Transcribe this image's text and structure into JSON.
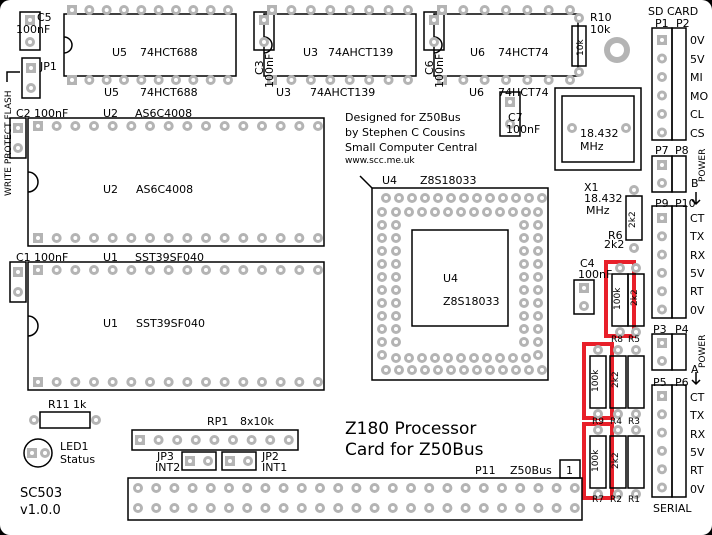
{
  "board": {
    "name": "SC503",
    "version": "v1.0.0",
    "title_line1": "Z180 Processor",
    "title_line2": "Card for Z50Bus",
    "credits": [
      "Designed for Z50Bus",
      "by Stephen C Cousins",
      "Small Computer Central",
      "www.scc.me.uk"
    ]
  },
  "chips": {
    "u5": {
      "ref": "U5",
      "part": "74HCT688"
    },
    "u3": {
      "ref": "U3",
      "part": "74AHCT139"
    },
    "u6": {
      "ref": "U6",
      "part": "74HCT74"
    },
    "u2": {
      "ref": "U2",
      "part": "AS6C4008"
    },
    "u1": {
      "ref": "U1",
      "part": "SST39SF040"
    },
    "u4": {
      "ref": "U4",
      "part": "Z8S18033"
    }
  },
  "caps": {
    "c5": {
      "ref": "C5",
      "value": "100nF"
    },
    "c3": {
      "ref": "C3",
      "value": "100nF"
    },
    "c6": {
      "ref": "C6",
      "value": "100nF"
    },
    "c2": {
      "ref": "C2",
      "value": "100nF"
    },
    "c1": {
      "ref": "C1",
      "value": "100nF"
    },
    "c7": {
      "ref": "C7",
      "value": "100nF"
    },
    "c4": {
      "ref": "C4",
      "value": "100nF"
    }
  },
  "resistors": {
    "r10": {
      "ref": "R10",
      "value": "10k",
      "body": "10k"
    },
    "r6": {
      "ref": "R6",
      "value": "2k2",
      "body": "2k2"
    },
    "r11": {
      "ref": "R11",
      "value": "1k"
    },
    "r8": {
      "ref": "R8"
    },
    "r5": {
      "ref": "R5"
    },
    "r9": {
      "ref": "R9"
    },
    "r4": {
      "ref": "R4"
    },
    "r3": {
      "ref": "R3"
    },
    "r7": {
      "ref": "R7"
    },
    "r2": {
      "ref": "R2"
    },
    "r1": {
      "ref": "R1"
    },
    "body_100k": "100k",
    "body_2k2": "2k2"
  },
  "crystal": {
    "ref": "X1",
    "freq": "18.432",
    "unit": "MHz",
    "label": "18.432\nMHz"
  },
  "jumpers": {
    "jp1": "JP1",
    "jp3": "JP3",
    "jp2": "JP2",
    "int2": "INT2",
    "int1": "INT1",
    "write_protect": "WRITE PROTECT FLASH"
  },
  "rp1": {
    "ref": "RP1",
    "value": "8x10k"
  },
  "led": {
    "ref": "LED1",
    "label": "Status"
  },
  "bus": {
    "ref": "P11",
    "label": "Z50Bus",
    "pin1": "1"
  },
  "sdcard": {
    "title": "SD CARD",
    "p1": "P1",
    "p2": "P2",
    "pins": [
      "0V",
      "5V",
      "MI",
      "MO",
      "CL",
      "CS"
    ]
  },
  "power_b": {
    "p7": "P7",
    "p8": "P8",
    "label": "POWER",
    "side": "B"
  },
  "serial_b": {
    "p9": "P9",
    "p10": "P10",
    "pins": [
      "CT",
      "TX",
      "RX",
      "5V",
      "RT",
      "0V"
    ]
  },
  "power_a": {
    "p3": "P3",
    "p4": "P4",
    "label": "POWER",
    "side": "A"
  },
  "serial_a": {
    "p5": "P5",
    "p6": "P6",
    "pins": [
      "CT",
      "TX",
      "RX",
      "5V",
      "RT",
      "0V"
    ],
    "title": "SERIAL"
  },
  "colors": {
    "board": "#ffffff",
    "silk": "#000000",
    "pad": "#b4b4b4",
    "highlight": "#e8202a"
  }
}
